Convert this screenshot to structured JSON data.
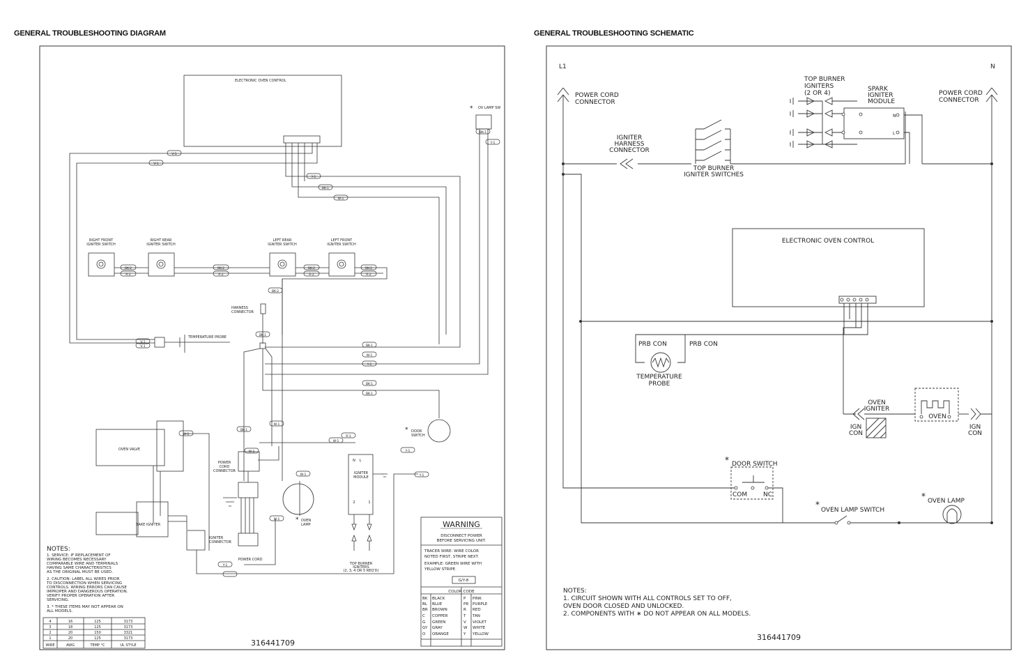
{
  "diagram": {
    "heading": "GENERAL TROUBLESHOOTING DIAGRAM",
    "electronic_oven_control": "ELECTRONIC OVEN CONTROL",
    "oven_lamp_switch": "OV LAMP SW",
    "asterisk": "*",
    "switches": [
      {
        "line1": "RIGHT FRONT",
        "line2": "IGNITER SWITCH"
      },
      {
        "line1": "RIGHT REAR",
        "line2": "IGNITER SWITCH"
      },
      {
        "line1": "LEFT REAR",
        "line2": "IGNITER SWITCH"
      },
      {
        "line1": "LEFT FRONT",
        "line2": "IGNITER SWITCH"
      }
    ],
    "harness_connector": [
      "HARNESS",
      "CONNECTOR"
    ],
    "temperature_probe": "TEMPERATURE PROBE",
    "door_switch": [
      "DOOR",
      "SWITCH"
    ],
    "oven_valve": "OVEN VALVE",
    "bake_igniter": "BAKE IGNITER",
    "igniter_connector": [
      "IGNITER",
      "CONNECTOR"
    ],
    "power_cord_connector": [
      "POWER",
      "CORD",
      "CONNECTOR"
    ],
    "power_cord": "POWER CORD",
    "oven_lamp": [
      "OVEN",
      "LAMP"
    ],
    "igniter_module": [
      "IGNITER",
      "MODULE"
    ],
    "module_terminals": {
      "top": [
        "N",
        "L"
      ],
      "bottom": [
        "2",
        "1"
      ]
    },
    "top_burner_igniters": [
      "TOP BURNER",
      "IGNITERS",
      "(2, 3, 4 OR 5 REQ'D)"
    ],
    "wire_tags": [
      "V-1",
      "V-1",
      "Y-1",
      "BK-1",
      "W-1",
      "BK-2",
      "R-2",
      "BK-2",
      "R-2",
      "BK-2",
      "R-2",
      "BK-2",
      "R-2",
      "BK-2",
      "BK-1",
      "V-1",
      "V-1",
      "BK-1",
      "W-1",
      "Y-1",
      "BK-1",
      "BK-1",
      "BK-1",
      "Y-1",
      "W-1",
      "BK-1",
      "W-1",
      "W-1",
      "R-1",
      "W-1",
      "Y-1",
      "Y-1",
      "W-1",
      "W-1",
      "Y-1"
    ],
    "notes_title": "NOTES:",
    "notes": [
      "1.  SERVICE:  IF REPLACEMENT OF",
      "     WIRING BECOMES NECESSARY",
      "     COMPARABLE WIRE AND TERMINALS",
      "     HAVING SAME CHARACTERISTICS",
      "     AS THE ORIGINAL MUST BE USED.",
      "2.  CAUTION:  LABEL ALL WIRES PRIOR",
      "     TO DISCONNECTION WHEN SERVICING",
      "     CONTROLS.  WIRING ERRORS CAN CAUSE",
      "     IMPROPER AND DANGEROUS OPERATION.",
      "     VERIFY PROPER OPERATION AFTER",
      "     SERVICING.",
      "3.  * THESE ITEMS MAY NOT APPEAR ON",
      "     ALL MODELS."
    ],
    "wire_table": {
      "rows": [
        [
          "4",
          "16",
          "125",
          "3173"
        ],
        [
          "3",
          "18",
          "125",
          "3173"
        ],
        [
          "2",
          "20",
          "150",
          "3321"
        ],
        [
          "1",
          "20",
          "125",
          "3173"
        ]
      ],
      "header": [
        "WIRE",
        "AWG",
        "TEMP °C",
        "UL STYLE"
      ]
    },
    "part_number": "316441709",
    "warning": {
      "title": "WARNING",
      "line1": "DISCONNECT POWER",
      "line2": "BEFORE SERVICING UNIT.",
      "tracer": [
        "TRACER WIRE:  WIRE COLOR",
        "NOTED FIRST, STRIPE NEXT.",
        "EXAMPLE:  GREEN WIRE WITH",
        "YELLOW STRIPE."
      ],
      "example_tag": "G/Y-8",
      "color_code_title": "COLOR CODE",
      "colors_left": [
        [
          "BK",
          "BLACK"
        ],
        [
          "BL",
          "BLUE"
        ],
        [
          "BR",
          "BROWN"
        ],
        [
          "C",
          "COPPER"
        ],
        [
          "G",
          "GREEN"
        ],
        [
          "GY",
          "GRAY"
        ],
        [
          "O",
          "ORANGE"
        ]
      ],
      "colors_right": [
        [
          "P",
          "PINK"
        ],
        [
          "PR",
          "PURPLE"
        ],
        [
          "R",
          "RED"
        ],
        [
          "T",
          "TAN"
        ],
        [
          "V",
          "VIOLET"
        ],
        [
          "W",
          "WHITE"
        ],
        [
          "Y",
          "YELLOW"
        ]
      ]
    }
  },
  "schematic": {
    "heading": "GENERAL TROUBLESHOOTING SCHEMATIC",
    "l1": "L1",
    "n": "N",
    "power_cord_connector_left": [
      "POWER CORD",
      "CONNECTOR"
    ],
    "power_cord_connector_right": [
      "POWER CORD",
      "CONNECTOR"
    ],
    "top_burner_igniters": [
      "TOP BURNER",
      "IGNITERS",
      "(2 OR 4)"
    ],
    "spark_igniter_module": [
      "SPARK",
      "IGNITER",
      "MODULE"
    ],
    "module_terminals": [
      "N",
      "L"
    ],
    "igniter_harness_connector": [
      "IGNITER",
      "HARNESS",
      "CONNECTOR"
    ],
    "top_burner_igniter_switches": [
      "TOP BURNER",
      "IGNITER SWITCHES"
    ],
    "electronic_oven_control": "ELECTRONIC OVEN CONTROL",
    "prb_con": "PRB CON",
    "temperature_probe": [
      "TEMPERATURE",
      "PROBE"
    ],
    "oven_igniter": [
      "OVEN",
      "IGNITER"
    ],
    "oven": "OVEN",
    "ign_con": [
      "IGN",
      "CON"
    ],
    "asterisk": "*",
    "door_switch": "DOOR SWITCH",
    "com": "COM",
    "nc": "NC",
    "oven_lamp_switch": "OVEN LAMP SWITCH",
    "oven_lamp": "OVEN LAMP",
    "notes_title": "NOTES:",
    "notes": [
      "1.  CIRCUIT SHOWN WITH ALL CONTROLS SET TO OFF,",
      "     OVEN DOOR CLOSED AND UNLOCKED.",
      "2.  COMPONENTS WITH ∗ DO NOT APPEAR ON ALL MODELS."
    ],
    "part_number": "316441709"
  }
}
